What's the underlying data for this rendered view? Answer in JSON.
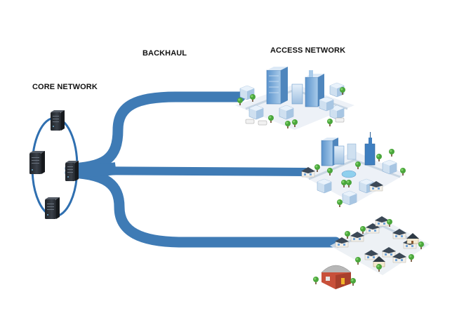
{
  "labels": {
    "core": "CORE NETWORK",
    "backhaul": "BACKHAUL",
    "access": "ACCESS NETWORK"
  },
  "colors": {
    "link": "#3f7bb5",
    "ring": "#2f6fb0",
    "server": "#2b2f36",
    "server_light": "#4a5059",
    "building_blue": "#6fa3d8",
    "building_light": "#cfe0f0",
    "tree": "#49a63b",
    "roof": "#3b4856",
    "house_wall": "#f2efe8",
    "warehouse": "#c8503a"
  },
  "icons": {
    "server": "server-rack-icon",
    "city": "city-cluster-icon",
    "town": "town-cluster-icon",
    "village": "village-cluster-icon"
  }
}
